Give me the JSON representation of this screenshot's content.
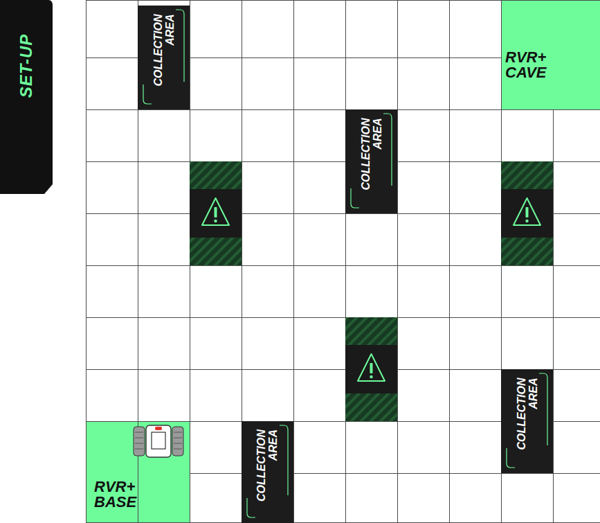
{
  "diagram": {
    "nodes": [
      {
        "text": [
          "SET-UP"
        ]
      },
      {
        "text": [
          "COLLECTION AREA"
        ]
      },
      {
        "text": [
          "RVR+ CAVE"
        ]
      },
      {
        "text": [
          "COLLECTION AREA"
        ]
      },
      {
        "text": [
          "COLLECTION AREA"
        ]
      },
      {
        "text": [
          "RVR+ BASE"
        ]
      },
      {
        "text": [
          "COLLECTION AREA"
        ]
      }
    ]
  }
}
